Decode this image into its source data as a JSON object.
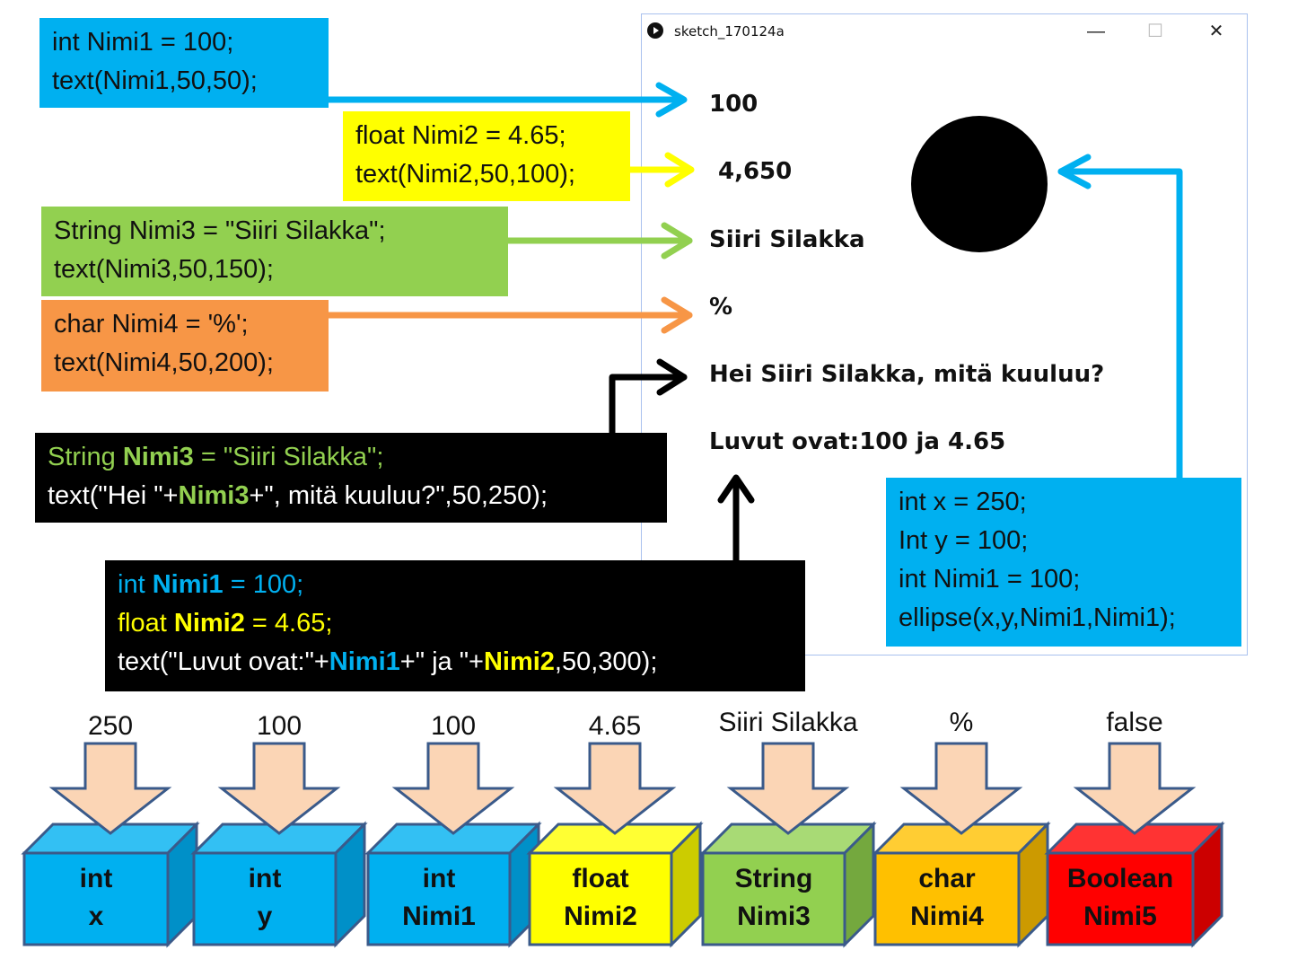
{
  "window": {
    "title": "sketch_170124a",
    "minimize": "—",
    "maximize": "☐",
    "close": "✕",
    "output": {
      "line1": "100",
      "line2": "4,650",
      "line3": "Siiri Silakka",
      "line4": "%",
      "line5": "Hei Siiri Silakka, mitä kuuluu?",
      "line6": "Luvut ovat:100 ja 4.65"
    }
  },
  "colors": {
    "blue": "#00b0f0",
    "yellow": "#ffff00",
    "green": "#92d050",
    "orange": "#f79646",
    "black": "#000000",
    "box_outline": "#3a5a8a",
    "arrow_fill": "#fbd5b5",
    "red": "#ff0000",
    "amber": "#ffc000"
  },
  "code_boxes": {
    "int_nimi1": [
      "int Nimi1 = 100;",
      "text(Nimi1,50,50);"
    ],
    "float_nimi2": [
      "float Nimi2 = 4.65;",
      "text(Nimi2,50,100);"
    ],
    "string_nimi3": [
      "String Nimi3 = \"Siiri Silakka\";",
      "text(Nimi3,50,150);"
    ],
    "char_nimi4": [
      "char Nimi4 = '%';",
      "text(Nimi4,50,200);"
    ],
    "concat_string": {
      "l1a": "String ",
      "l1b": "Nimi3",
      "l1c": " = \"Siiri Silakka\";",
      "l2a": "text(\"Hei \"+",
      "l2b": "Nimi3",
      "l2c": "+\", mitä kuuluu?\",50,250);"
    },
    "concat_numbers": {
      "l1a": "int ",
      "l1b": "Nimi1",
      "l1c": " = 100;",
      "l2a": "float ",
      "l2b": "Nimi2",
      "l2c": " = 4.65;",
      "l3a": "text(\"Luvut ovat:\"+",
      "l3b": "Nimi1",
      "l3c": "+\" ja \"+",
      "l3d": "Nimi2",
      "l3e": ",50,300);"
    },
    "ellipse": [
      "int x = 250;",
      "Int y = 100;",
      "int Nimi1 = 100;",
      "ellipse(x,y,Nimi1,Nimi1);"
    ]
  },
  "variables": [
    {
      "value": "250",
      "type": "int",
      "name": "x",
      "color": "blue"
    },
    {
      "value": "100",
      "type": "int",
      "name": "y",
      "color": "blue"
    },
    {
      "value": "100",
      "type": "int",
      "name": "Nimi1",
      "color": "blue"
    },
    {
      "value": "4.65",
      "type": "float",
      "name": "Nimi2",
      "color": "yellow"
    },
    {
      "value": "Siiri Silakka",
      "type": "String",
      "name": "Nimi3",
      "color": "green"
    },
    {
      "value": "%",
      "type": "char",
      "name": "Nimi4",
      "color": "amber"
    },
    {
      "value": "false",
      "type": "Boolean",
      "name": "Nimi5",
      "color": "red"
    }
  ]
}
